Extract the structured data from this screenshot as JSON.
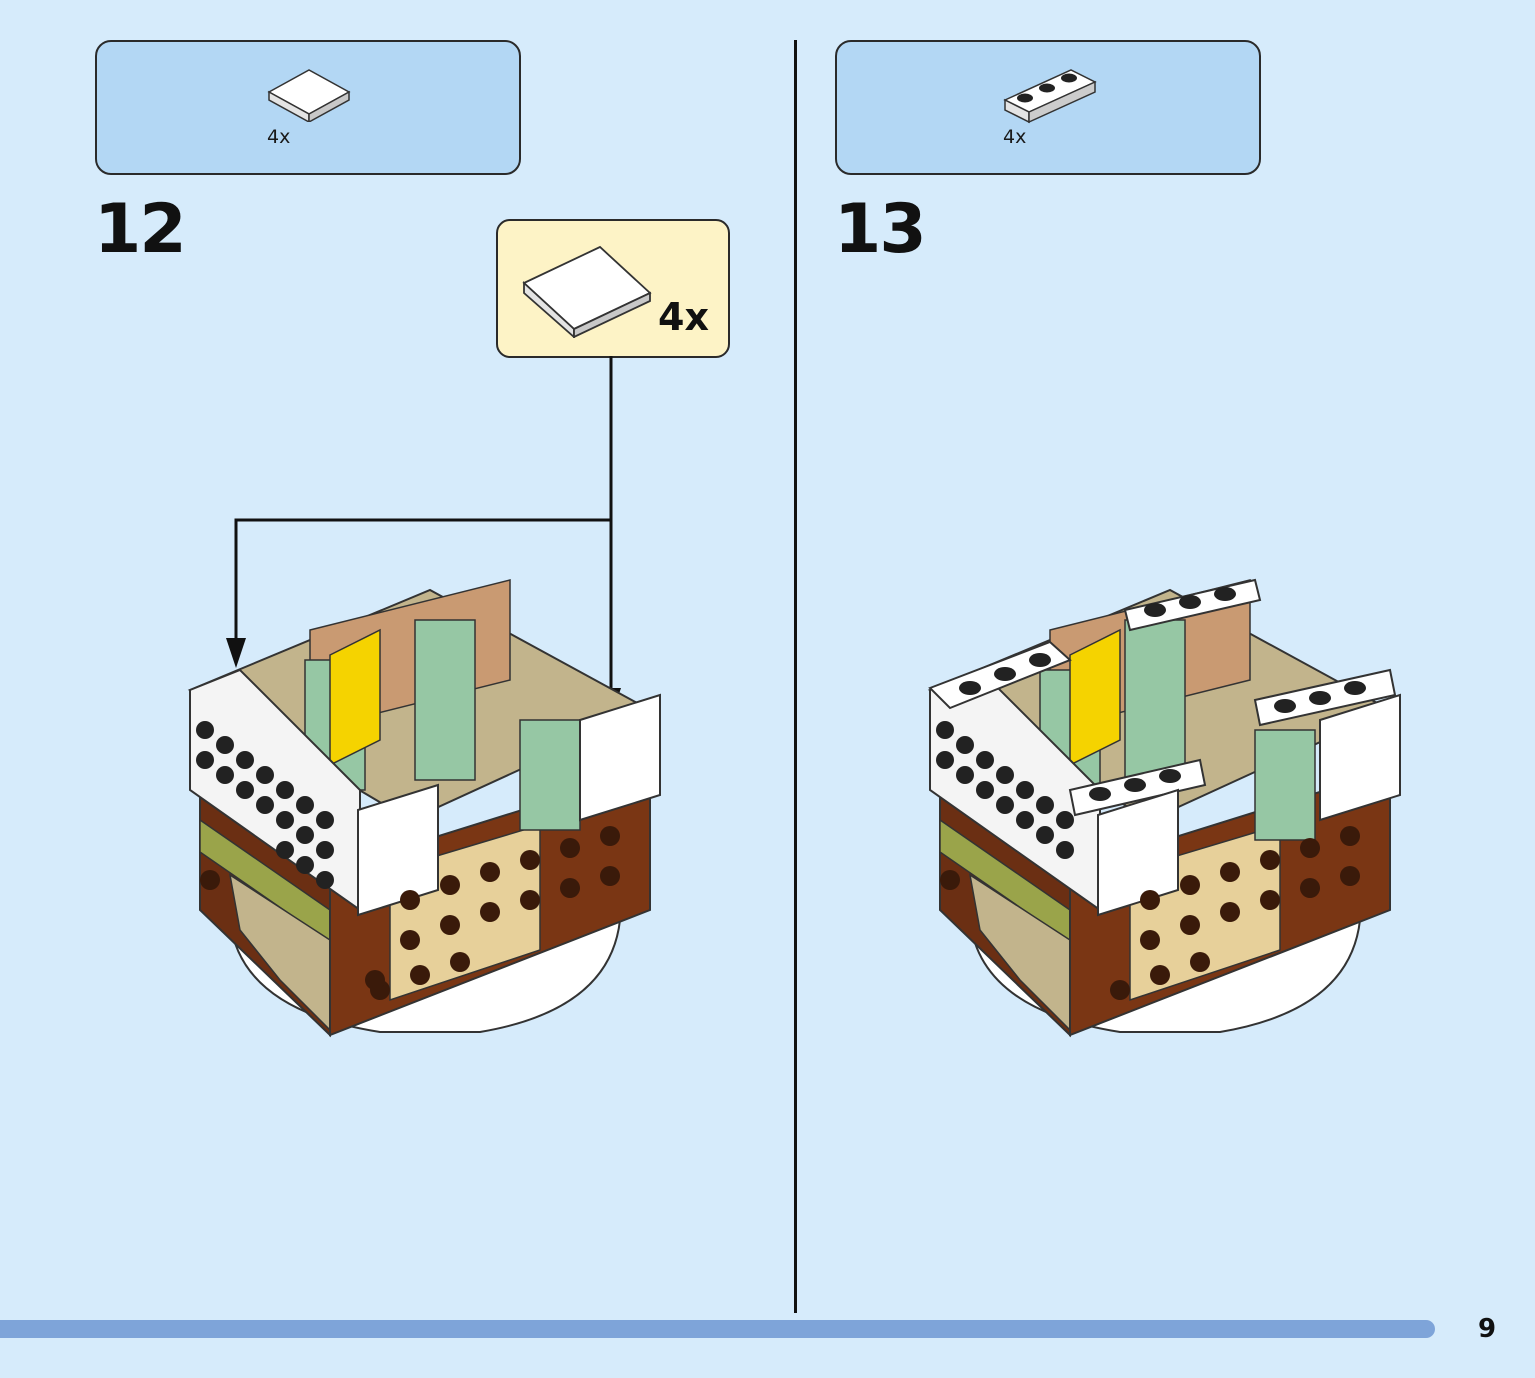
{
  "page": {
    "number": "9"
  },
  "steps": [
    {
      "number": "12",
      "parts_count": "4x",
      "callout_count": "4x",
      "part_icon": "white-tile-2x2-icon"
    },
    {
      "number": "13",
      "parts_count": "4x",
      "part_icon": "white-plate-1x3-icon"
    }
  ],
  "colors": {
    "background": "#d6ebfb",
    "parts_box": "#b3d7f4",
    "callout_box": "#fdf3c6",
    "progress_bar": "#7ea4d9"
  }
}
